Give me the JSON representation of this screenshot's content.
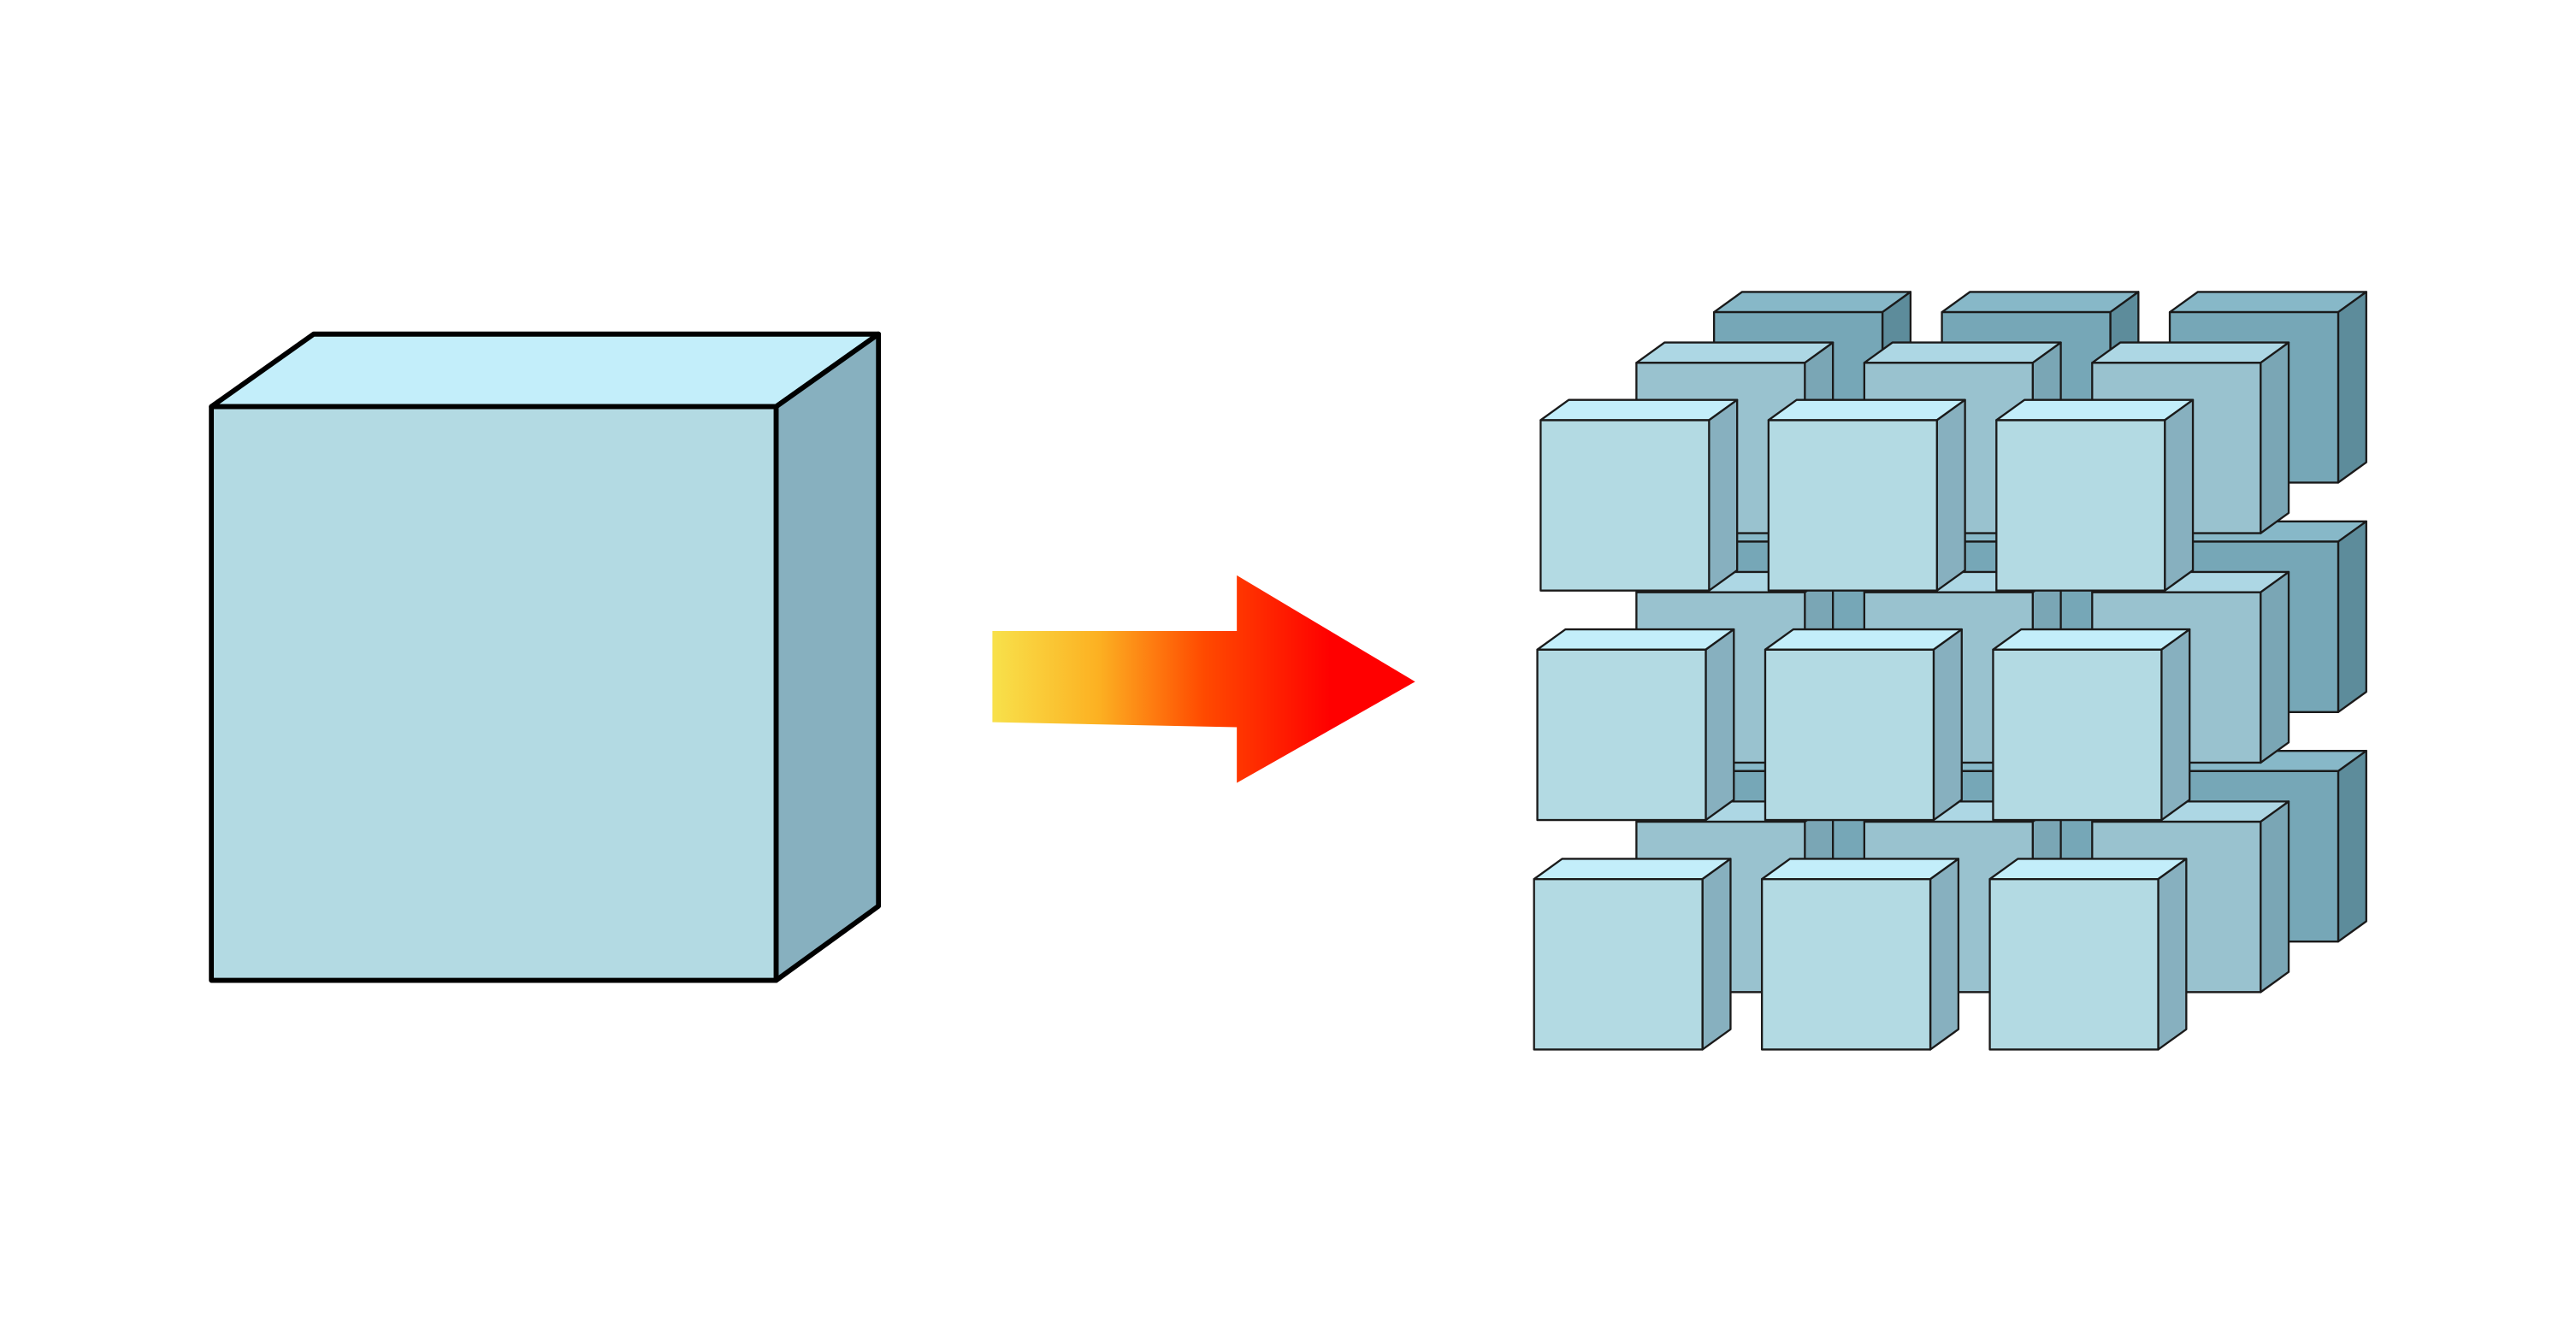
{
  "diagram": {
    "description_text": "",
    "source_cube": {
      "colors": {
        "front": "#b3dae3",
        "top": "#c3eefa",
        "side": "#87b0bf",
        "stroke": "#000000"
      }
    },
    "arrow": {
      "direction": "right",
      "gradient_colors": [
        "#f8e14b",
        "#fcb122",
        "#ff4a00",
        "#ff0000"
      ]
    },
    "result_grid": {
      "rows": 3,
      "columns": 3,
      "layers": 3,
      "cube_count": 27,
      "layer_colors": [
        {
          "front": "#b3dae3",
          "top": "#c3eefa",
          "side": "#87b0bf"
        },
        {
          "front": "#99c2cf",
          "top": "#add7e4",
          "side": "#7aa6b5"
        },
        {
          "front": "#76a7b7",
          "top": "#87b8c8",
          "side": "#5d8c9b"
        }
      ],
      "stroke": "#1a1a1a"
    }
  }
}
